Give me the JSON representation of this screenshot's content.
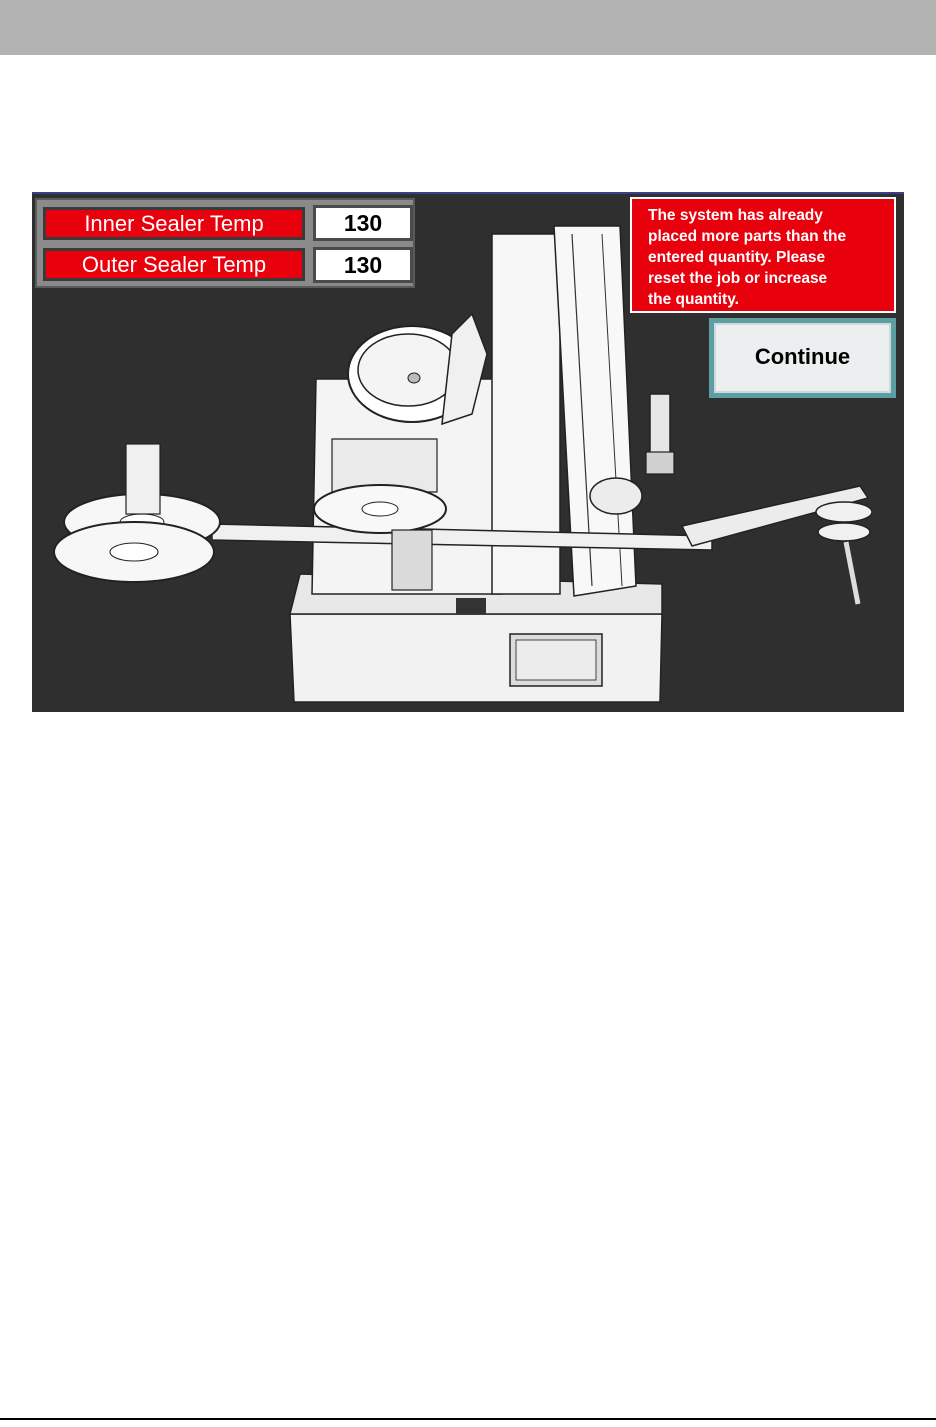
{
  "sealer_temps": [
    {
      "label": "Inner Sealer Temp",
      "value": "130"
    },
    {
      "label": "Outer Sealer Temp",
      "value": "130"
    }
  ],
  "alert": {
    "message": "The system has already\n placed more parts than the\nentered quantity.  Please\nreset the job or increase\n the quantity."
  },
  "continue_button": {
    "label": "Continue"
  },
  "colors": {
    "alert_red": "#e8000d",
    "screen_bg": "#2f2f2f",
    "button_border": "#5d9ea3"
  }
}
